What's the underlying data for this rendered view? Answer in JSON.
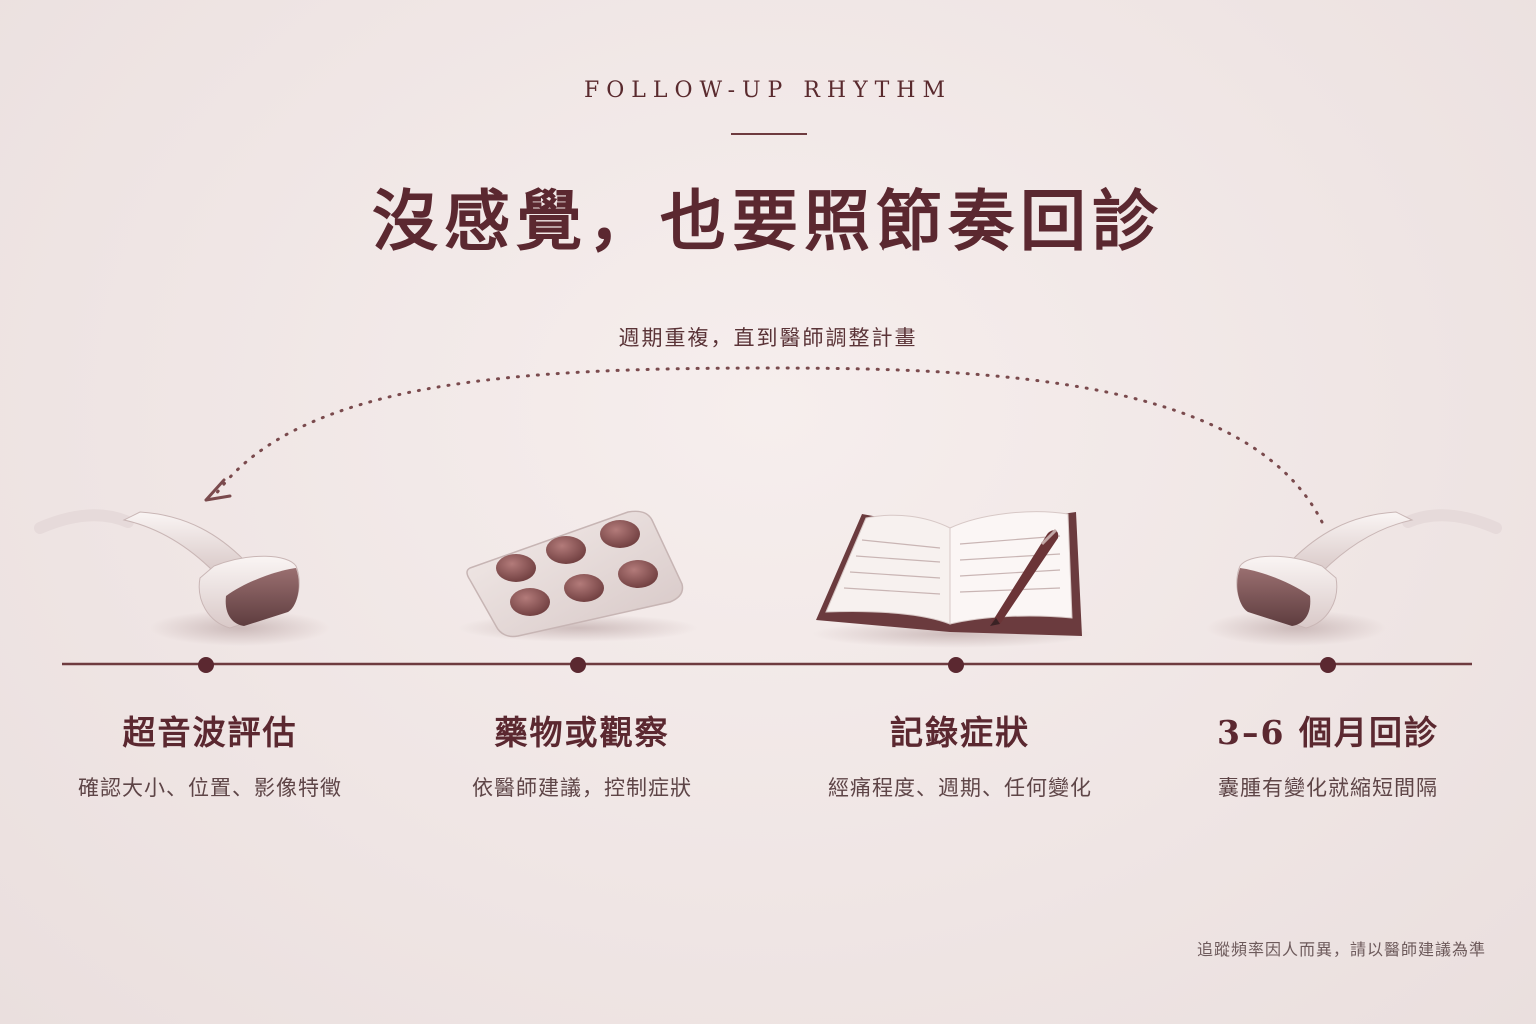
{
  "header": {
    "eyebrow": "FOLLOW-UP RHYTHM",
    "title": "沒感覺，也要照節奏回診"
  },
  "cycle": {
    "caption": "週期重複，直到醫師調整計畫"
  },
  "steps": [
    {
      "title": "超音波評估",
      "desc": "確認大小、位置、影像特徵",
      "icon": "ultrasound-probe-icon"
    },
    {
      "title": "藥物或觀察",
      "desc": "依醫師建議，控制症狀",
      "icon": "pill-blister-icon"
    },
    {
      "title": "記錄症狀",
      "desc": "經痛程度、週期、任何變化",
      "icon": "notebook-pen-icon"
    },
    {
      "title": "3–6 個月回診",
      "desc": "囊腫有變化就縮短間隔",
      "icon": "ultrasound-probe-icon"
    }
  ],
  "footnote": "追蹤頻率因人而異，請以醫師建議為準",
  "colors": {
    "background": "#f2e9e8",
    "accent": "#5b2830",
    "line": "#6e3b3f"
  }
}
